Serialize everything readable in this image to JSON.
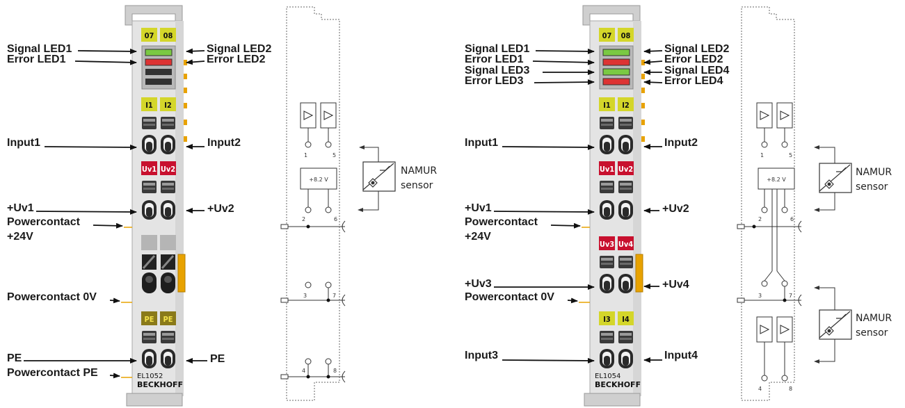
{
  "left": {
    "tags": {
      "t1": "07",
      "t2": "08",
      "in1": "I1",
      "in2": "I2",
      "uv1": "Uv1",
      "uv2": "Uv2",
      "pe1": "PE",
      "pe2": "PE"
    },
    "model": "EL1052",
    "brand": "BECKHOFF",
    "labels": {
      "signal_led1": "Signal LED1",
      "error_led1": "Error LED1",
      "signal_led2": "Signal LED2",
      "error_led2": "Error LED2",
      "input1": "Input1",
      "input2": "Input2",
      "uv1": "+Uv1",
      "uv2": "+Uv2",
      "powercontact": "Powercontact",
      "plus24v": "+24V",
      "powercontact_0v": "Powercontact 0V",
      "pe_left": "PE",
      "pe_right": "PE",
      "powercontact_pe": "Powercontact PE"
    },
    "schematic": {
      "voltage": "+8.2 V",
      "sensor_line1": "NAMUR",
      "sensor_line2": "sensor",
      "pins": [
        "1",
        "5",
        "2",
        "6",
        "3",
        "7",
        "4",
        "8"
      ]
    }
  },
  "right": {
    "tags": {
      "t1": "07",
      "t2": "08",
      "in1": "I1",
      "in2": "I2",
      "uv1": "Uv1",
      "uv2": "Uv2",
      "uv3": "Uv3",
      "uv4": "Uv4",
      "in3": "I3",
      "in4": "I4"
    },
    "model": "EL1054",
    "brand": "BECKHOFF",
    "labels": {
      "signal_led1": "Signal LED1",
      "error_led1": "Error LED1",
      "signal_led3": "Signal LED3",
      "error_led3": "Error LED3",
      "signal_led2": "Signal LED2",
      "error_led2": "Error LED2",
      "signal_led4": "Signal LED4",
      "error_led4": "Error LED4",
      "input1": "Input1",
      "input2": "Input2",
      "uv1": "+Uv1",
      "uv2": "+Uv2",
      "powercontact": "Powercontact",
      "plus24v": "+24V",
      "uv3": "+Uv3",
      "uv4": "+Uv4",
      "powercontact_0v": "Powercontact 0V",
      "input3": "Input3",
      "input4": "Input4"
    },
    "schematic": {
      "voltage": "+8.2 V",
      "sensor1_line1": "NAMUR",
      "sensor1_line2": "sensor",
      "sensor2_line1": "NAMUR",
      "sensor2_line2": "sensor",
      "pins": [
        "1",
        "5",
        "2",
        "6",
        "3",
        "7",
        "4",
        "8"
      ]
    }
  },
  "colors": {
    "yellow": "#d4d62a",
    "red": "#c8102e",
    "green": "#7ac943",
    "olive": "#8a7a1a",
    "orange": "#e8a200",
    "housing": "#e4e4e4"
  }
}
